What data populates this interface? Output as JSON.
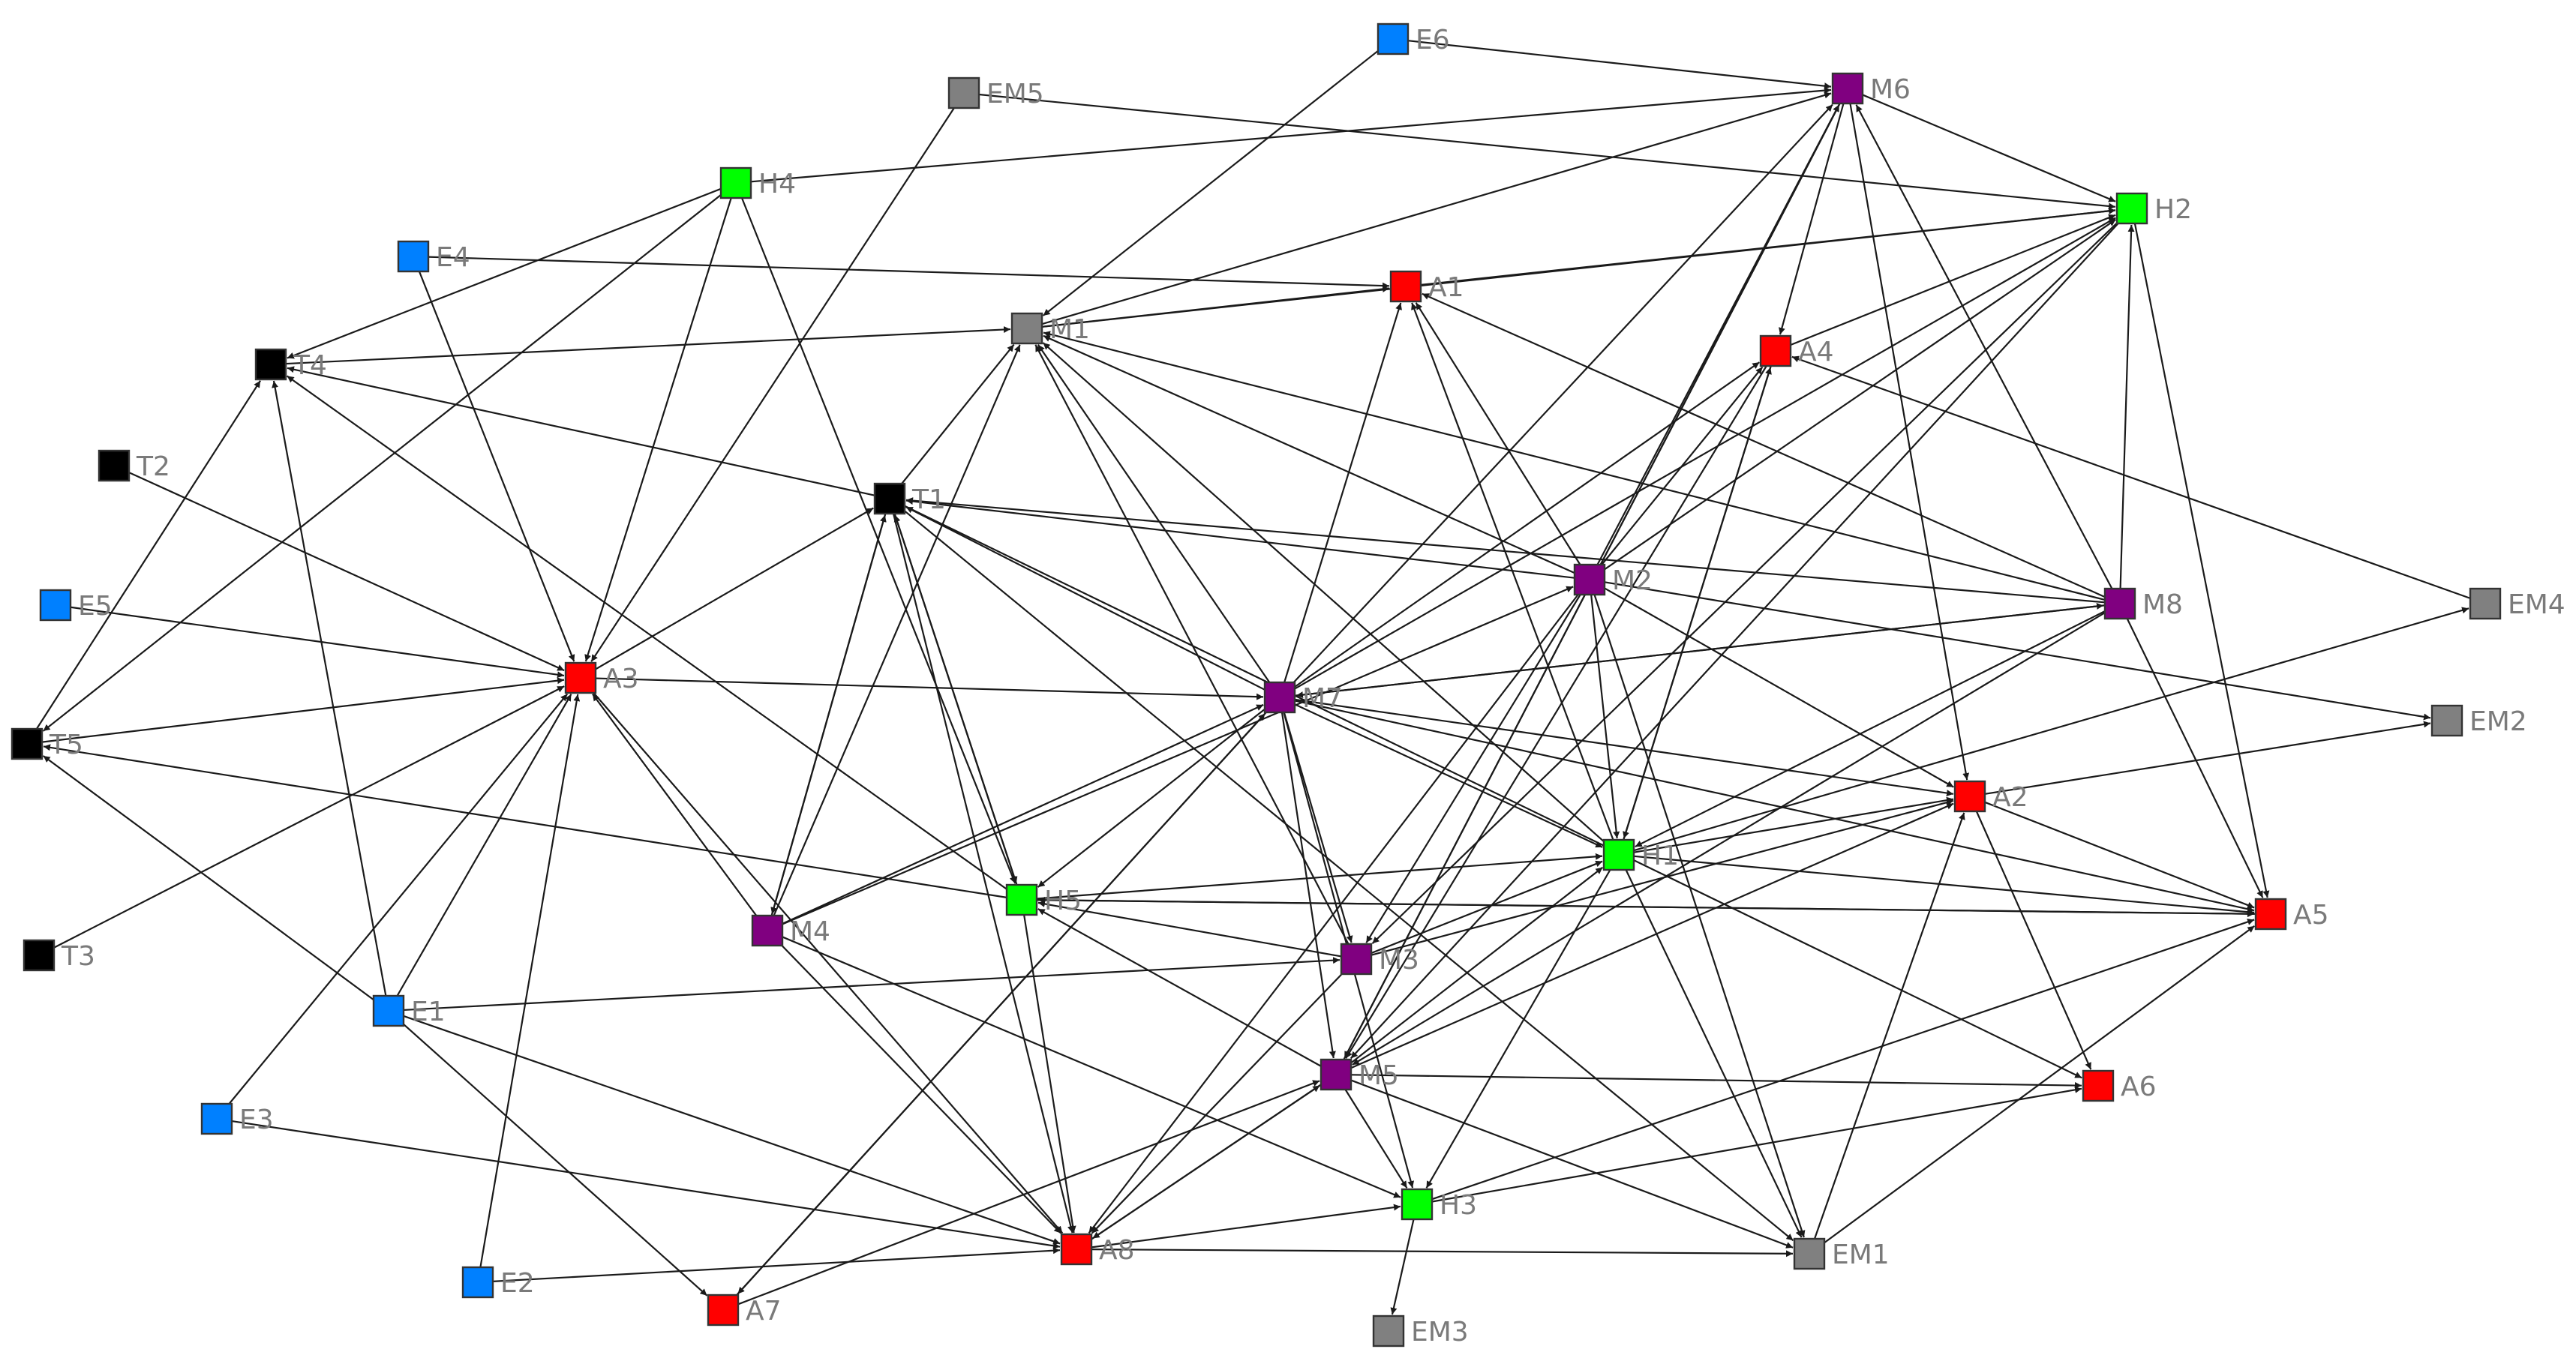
{
  "graph": {
    "colors": {
      "edge": "#1a1a1a",
      "node_stroke": "#333333",
      "label": "#7a7a7a",
      "red": "#ff0000",
      "green": "#00ff00",
      "purple": "#800080",
      "blue": "#0080ff",
      "black": "#000000",
      "gray": "#808080"
    },
    "nodes": [
      {
        "id": "E6",
        "label": "E6",
        "color": "#0080ff"
      },
      {
        "id": "EM5",
        "label": "EM5",
        "color": "#808080"
      },
      {
        "id": "M6",
        "label": "M6",
        "color": "#800080"
      },
      {
        "id": "H4",
        "label": "H4",
        "color": "#00ff00"
      },
      {
        "id": "H2",
        "label": "H2",
        "color": "#00ff00"
      },
      {
        "id": "E4",
        "label": "E4",
        "color": "#0080ff"
      },
      {
        "id": "A1",
        "label": "A1",
        "color": "#ff0000"
      },
      {
        "id": "T4",
        "label": "T4",
        "color": "#000000"
      },
      {
        "id": "M1",
        "label": "M1",
        "color": "#808080"
      },
      {
        "id": "A4",
        "label": "A4",
        "color": "#ff0000"
      },
      {
        "id": "T2",
        "label": "T2",
        "color": "#000000"
      },
      {
        "id": "T1",
        "label": "T1",
        "color": "#000000"
      },
      {
        "id": "M2",
        "label": "M2",
        "color": "#800080"
      },
      {
        "id": "M8",
        "label": "M8",
        "color": "#800080"
      },
      {
        "id": "EM4",
        "label": "EM4",
        "color": "#808080"
      },
      {
        "id": "E5",
        "label": "E5",
        "color": "#0080ff"
      },
      {
        "id": "A3",
        "label": "A3",
        "color": "#ff0000"
      },
      {
        "id": "M7",
        "label": "M7",
        "color": "#800080"
      },
      {
        "id": "EM2",
        "label": "EM2",
        "color": "#808080"
      },
      {
        "id": "T5",
        "label": "T5",
        "color": "#000000"
      },
      {
        "id": "A2",
        "label": "A2",
        "color": "#ff0000"
      },
      {
        "id": "H1",
        "label": "H1",
        "color": "#00ff00"
      },
      {
        "id": "H5",
        "label": "H5",
        "color": "#00ff00"
      },
      {
        "id": "A5",
        "label": "A5",
        "color": "#ff0000"
      },
      {
        "id": "M4",
        "label": "M4",
        "color": "#800080"
      },
      {
        "id": "M3",
        "label": "M3",
        "color": "#800080"
      },
      {
        "id": "T3",
        "label": "T3",
        "color": "#000000"
      },
      {
        "id": "E1",
        "label": "E1",
        "color": "#0080ff"
      },
      {
        "id": "M5",
        "label": "M5",
        "color": "#800080"
      },
      {
        "id": "A6",
        "label": "A6",
        "color": "#ff0000"
      },
      {
        "id": "E3",
        "label": "E3",
        "color": "#0080ff"
      },
      {
        "id": "H3",
        "label": "H3",
        "color": "#00ff00"
      },
      {
        "id": "A8",
        "label": "A8",
        "color": "#ff0000"
      },
      {
        "id": "EM1",
        "label": "EM1",
        "color": "#808080"
      },
      {
        "id": "E2",
        "label": "E2",
        "color": "#0080ff"
      },
      {
        "id": "A7",
        "label": "A7",
        "color": "#ff0000"
      },
      {
        "id": "EM3",
        "label": "EM3",
        "color": "#808080"
      }
    ],
    "edges": [
      [
        "E6",
        "M1"
      ],
      [
        "E6",
        "M6"
      ],
      [
        "EM5",
        "A3"
      ],
      [
        "EM5",
        "H2"
      ],
      [
        "H4",
        "M6"
      ],
      [
        "H4",
        "A3"
      ],
      [
        "H4",
        "T5"
      ],
      [
        "H4",
        "T4"
      ],
      [
        "H4",
        "H5"
      ],
      [
        "E4",
        "A3"
      ],
      [
        "E4",
        "A1"
      ],
      [
        "T4",
        "M1"
      ],
      [
        "M1",
        "A1"
      ],
      [
        "M1",
        "M6"
      ],
      [
        "M1",
        "H2"
      ],
      [
        "A1",
        "H2"
      ],
      [
        "T2",
        "A3"
      ],
      [
        "T1",
        "T4"
      ],
      [
        "T1",
        "M1"
      ],
      [
        "T1",
        "H5"
      ],
      [
        "T1",
        "A8"
      ],
      [
        "T1",
        "M4"
      ],
      [
        "E5",
        "A3"
      ],
      [
        "T5",
        "A3"
      ],
      [
        "T5",
        "T4"
      ],
      [
        "T3",
        "A3"
      ],
      [
        "E1",
        "T4"
      ],
      [
        "E1",
        "T5"
      ],
      [
        "E1",
        "A3"
      ],
      [
        "E1",
        "M3"
      ],
      [
        "E1",
        "A8"
      ],
      [
        "E1",
        "A7"
      ],
      [
        "E3",
        "A3"
      ],
      [
        "E3",
        "A8"
      ],
      [
        "E2",
        "A3"
      ],
      [
        "E2",
        "A8"
      ],
      [
        "A3",
        "M7"
      ],
      [
        "A3",
        "T1"
      ],
      [
        "A3",
        "A8"
      ],
      [
        "M4",
        "A3"
      ],
      [
        "M4",
        "M1"
      ],
      [
        "M4",
        "T1"
      ],
      [
        "M4",
        "M2"
      ],
      [
        "M4",
        "M7"
      ],
      [
        "M4",
        "A8"
      ],
      [
        "M4",
        "H3"
      ],
      [
        "H5",
        "T4"
      ],
      [
        "H5",
        "T5"
      ],
      [
        "H5",
        "T1"
      ],
      [
        "H5",
        "A8"
      ],
      [
        "H5",
        "H1"
      ],
      [
        "H5",
        "A5"
      ],
      [
        "M7",
        "T1"
      ],
      [
        "M7",
        "M1"
      ],
      [
        "M7",
        "A1"
      ],
      [
        "M7",
        "M6"
      ],
      [
        "M7",
        "H2"
      ],
      [
        "M7",
        "A4"
      ],
      [
        "M7",
        "M8"
      ],
      [
        "M7",
        "A2"
      ],
      [
        "M7",
        "H1"
      ],
      [
        "M7",
        "M3"
      ],
      [
        "M7",
        "M5"
      ],
      [
        "M7",
        "H3"
      ],
      [
        "M7",
        "H5"
      ],
      [
        "M7",
        "A7"
      ],
      [
        "M7",
        "A5"
      ],
      [
        "M2",
        "T1"
      ],
      [
        "M2",
        "M1"
      ],
      [
        "M2",
        "A1"
      ],
      [
        "M2",
        "M6"
      ],
      [
        "M2",
        "H2"
      ],
      [
        "M2",
        "A4"
      ],
      [
        "M2",
        "H1"
      ],
      [
        "M2",
        "A2"
      ],
      [
        "M2",
        "EM2"
      ],
      [
        "M2",
        "M3"
      ],
      [
        "M2",
        "A8"
      ],
      [
        "M2",
        "EM1"
      ],
      [
        "M8",
        "T1"
      ],
      [
        "M8",
        "M1"
      ],
      [
        "M8",
        "A1"
      ],
      [
        "M8",
        "M6"
      ],
      [
        "M8",
        "H2"
      ],
      [
        "M8",
        "A5"
      ],
      [
        "M8",
        "M7"
      ],
      [
        "M8",
        "H1"
      ],
      [
        "M8",
        "M5"
      ],
      [
        "EM4",
        "A4"
      ],
      [
        "M6",
        "A4"
      ],
      [
        "M6",
        "H2"
      ],
      [
        "M6",
        "A2"
      ],
      [
        "M6",
        "M5"
      ],
      [
        "H2",
        "A5"
      ],
      [
        "H2",
        "M3"
      ],
      [
        "H2",
        "M5"
      ],
      [
        "A4",
        "H2"
      ],
      [
        "A4",
        "H1"
      ],
      [
        "A4",
        "M5"
      ],
      [
        "H1",
        "A1"
      ],
      [
        "H1",
        "M1"
      ],
      [
        "H1",
        "A4"
      ],
      [
        "H1",
        "A2"
      ],
      [
        "H1",
        "EM4"
      ],
      [
        "H1",
        "A5"
      ],
      [
        "H1",
        "EM1"
      ],
      [
        "H1",
        "H3"
      ],
      [
        "A2",
        "EM2"
      ],
      [
        "A2",
        "A5"
      ],
      [
        "A2",
        "A6"
      ],
      [
        "M3",
        "M1"
      ],
      [
        "M3",
        "H5"
      ],
      [
        "M3",
        "H1"
      ],
      [
        "M3",
        "A2"
      ],
      [
        "M3",
        "A8"
      ],
      [
        "M5",
        "H5"
      ],
      [
        "M5",
        "M6"
      ],
      [
        "M5",
        "H1"
      ],
      [
        "M5",
        "A2"
      ],
      [
        "M5",
        "A6"
      ],
      [
        "M5",
        "A8"
      ],
      [
        "M5",
        "H3"
      ],
      [
        "M5",
        "EM1"
      ],
      [
        "A8",
        "H3"
      ],
      [
        "A8",
        "EM1"
      ],
      [
        "A8",
        "M5"
      ],
      [
        "H3",
        "A5"
      ],
      [
        "H3",
        "A6"
      ],
      [
        "H3",
        "EM3"
      ],
      [
        "EM1",
        "A2"
      ],
      [
        "EM1",
        "A5"
      ],
      [
        "A7",
        "M7"
      ],
      [
        "A7",
        "M5"
      ],
      [
        "T1",
        "A6"
      ],
      [
        "T1",
        "EM1"
      ],
      [
        "A5",
        "H5"
      ]
    ]
  }
}
